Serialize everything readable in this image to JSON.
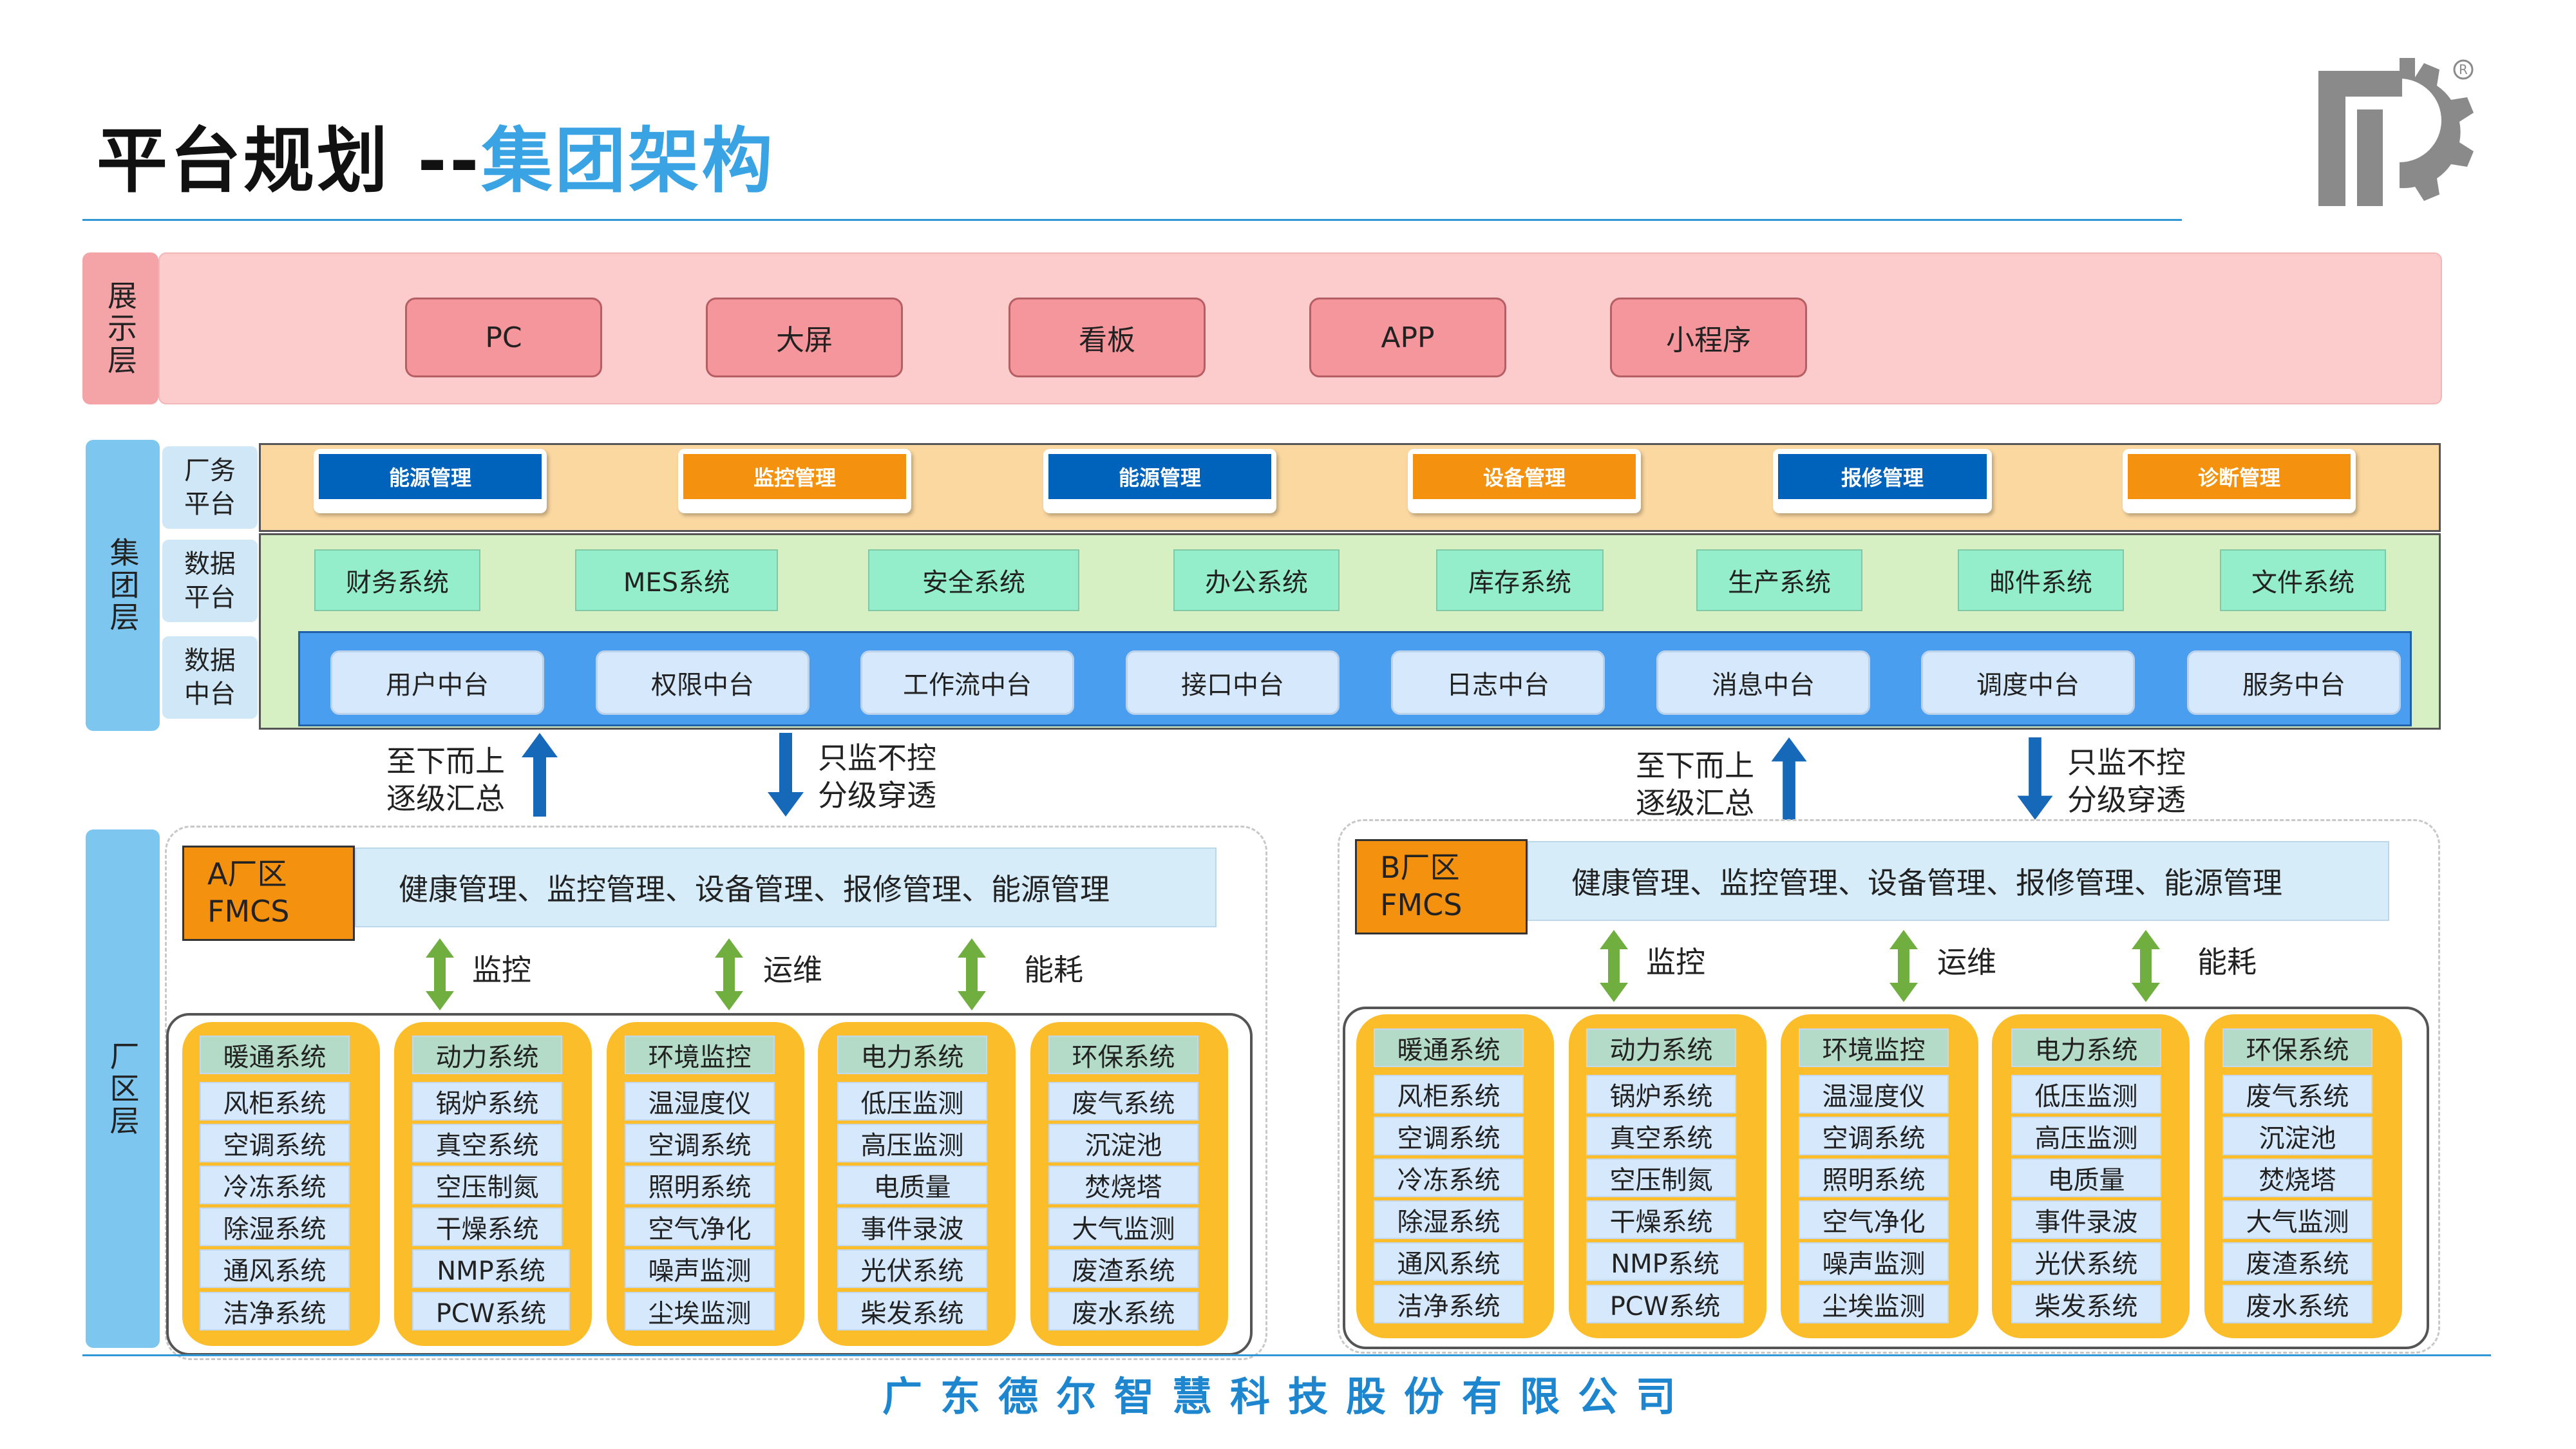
{
  "header": {
    "title_main": "平台规划 --",
    "title_accent": "集团架构"
  },
  "colors": {
    "accent_blue": "#3aa3e3",
    "line_blue": "#2f97d6",
    "orange": "#f4920f",
    "dark_blue": "#0063bb"
  },
  "layers": {
    "presentation": "展示层",
    "group": "集团层",
    "factory": "厂区层"
  },
  "presentation_items": [
    "PC",
    "大屏",
    "看板",
    "APP",
    "小程序"
  ],
  "group": {
    "factory_platform": {
      "label": "厂务\n平台",
      "items": [
        {
          "label": "能源管理",
          "color": "blue"
        },
        {
          "label": "监控管理",
          "color": "orange"
        },
        {
          "label": "能源管理",
          "color": "blue"
        },
        {
          "label": "设备管理",
          "color": "orange"
        },
        {
          "label": "报修管理",
          "color": "blue"
        },
        {
          "label": "诊断管理",
          "color": "orange"
        }
      ]
    },
    "data_platform": {
      "label": "数据\n平台",
      "items": [
        "财务系统",
        "MES系统",
        "安全系统",
        "办公系统",
        "库存系统",
        "生产系统",
        "邮件系统",
        "文件系统"
      ]
    },
    "data_middle": {
      "label": "数据\n中台",
      "items": [
        "用户中台",
        "权限中台",
        "工作流中台",
        "接口中台",
        "日志中台",
        "消息中台",
        "调度中台",
        "服务中台"
      ]
    }
  },
  "flows": {
    "up_text": "至下而上\n逐级汇总",
    "down_text": "只监不控\n分级穿透"
  },
  "zones": [
    {
      "name": "A厂区\nFMCS",
      "functions": "健康管理、监控管理、设备管理、报修管理、能源管理",
      "relations": [
        "监控",
        "运维",
        "能耗"
      ]
    },
    {
      "name": "B厂区\nFMCS",
      "functions": "健康管理、监控管理、设备管理、报修管理、能源管理",
      "relations": [
        "监控",
        "运维",
        "能耗"
      ]
    }
  ],
  "systems": [
    {
      "head": "暖通系统",
      "items": [
        "风柜系统",
        "空调系统",
        "冷冻系统",
        "除湿系统",
        "通风系统",
        "洁净系统"
      ]
    },
    {
      "head": "动力系统",
      "items": [
        "锅炉系统",
        "真空系统",
        "空压制氮",
        "干燥系统",
        "NMP系统",
        "PCW系统"
      ]
    },
    {
      "head": "环境监控",
      "items": [
        "温湿度仪",
        "空调系统",
        "照明系统",
        "空气净化",
        "噪声监测",
        "尘埃监测"
      ]
    },
    {
      "head": "电力系统",
      "items": [
        "低压监测",
        "高压监测",
        "电质量",
        "事件录波",
        "光伏系统",
        "柴发系统"
      ]
    },
    {
      "head": "环保系统",
      "items": [
        "废气系统",
        "沉淀池",
        "焚烧塔",
        "大气监测",
        "废渣系统",
        "废水系统"
      ]
    }
  ],
  "footer": {
    "company": "广东德尔智慧科技股份有限公司"
  }
}
